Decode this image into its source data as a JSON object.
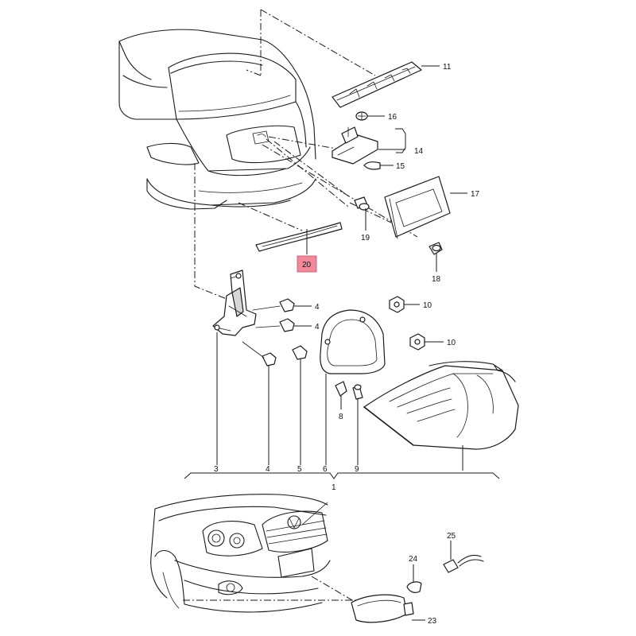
{
  "highlight_color": "#f08a9a",
  "callouts": {
    "c1": "1",
    "c3": "3",
    "c4a": "4",
    "c4b": "4",
    "c4c": "4",
    "c5": "5",
    "c6": "6",
    "c8": "8",
    "c9": "9",
    "c10a": "10",
    "c10b": "10",
    "c11": "11",
    "c14": "14",
    "c15": "15",
    "c16": "16",
    "c17": "17",
    "c18": "18",
    "c19": "19",
    "c20": "20",
    "c23": "23",
    "c24": "24",
    "c25": "25"
  }
}
